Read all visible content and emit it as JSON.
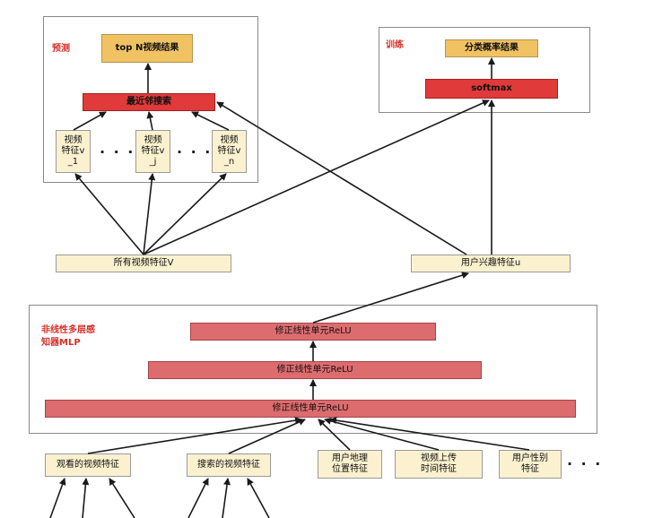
{
  "predict_panel": {
    "label": "预测",
    "top_n_box": "top N视频结果",
    "nearest_neighbor_box": "最近邻搜索",
    "video_features": [
      "视频\n特征v\n_1",
      "视频\n特征v\n_j",
      "视频\n特征v\n_n"
    ],
    "ellipsis": "· · ·"
  },
  "train_panel": {
    "label": "训练",
    "result_box": "分类概率结果",
    "softmax_box": "softmax"
  },
  "middle": {
    "all_video_features": "所有视频特征V",
    "user_interest_feature": "用户兴趣特征u"
  },
  "mlp_panel": {
    "label": "非线性多层感\n知器MLP",
    "layers": [
      "修正线性单元ReLU",
      "修正线性单元ReLU",
      "修正线性单元ReLU"
    ]
  },
  "inputs": {
    "items": [
      "观看的视频特征",
      "搜索的视频特征",
      "用户地理\n位置特征",
      "视频上传\n时间特征",
      "用户性别\n特征"
    ],
    "ellipsis": "· · ·"
  },
  "colors": {
    "label_red": "#d8302a",
    "gold": "#f0c262",
    "red": "#e03a3a",
    "mlp": "#dd6c6f",
    "yellow": "#fbf1cf"
  }
}
